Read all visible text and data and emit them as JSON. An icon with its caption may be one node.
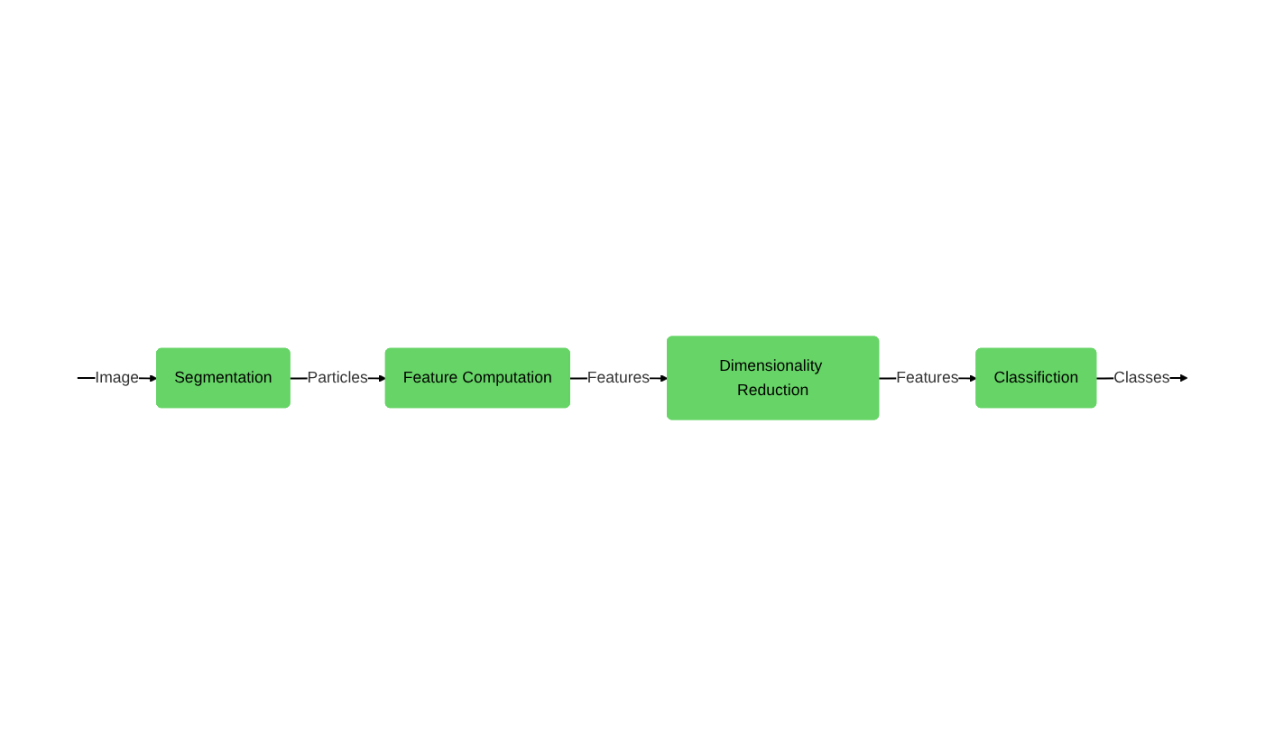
{
  "diagram": {
    "nodes": [
      {
        "text": [
          "Segmentation"
        ]
      },
      {
        "text": [
          "Feature Computation"
        ]
      },
      {
        "text": [
          "Dimensionality Reduction"
        ]
      },
      {
        "text": [
          "Classifiction"
        ]
      }
    ],
    "edges": [
      {
        "from": null,
        "to": 0,
        "arrow": "to",
        "label": "Image"
      },
      {
        "from": 0,
        "to": 1,
        "arrow": "to",
        "label": "Particles"
      },
      {
        "from": 1,
        "to": 2,
        "arrow": "to",
        "label": "Features"
      },
      {
        "from": 2,
        "to": 3,
        "arrow": "to",
        "label": "Features"
      },
      {
        "from": 3,
        "to": null,
        "arrow": "to",
        "label": "Classes"
      }
    ]
  }
}
